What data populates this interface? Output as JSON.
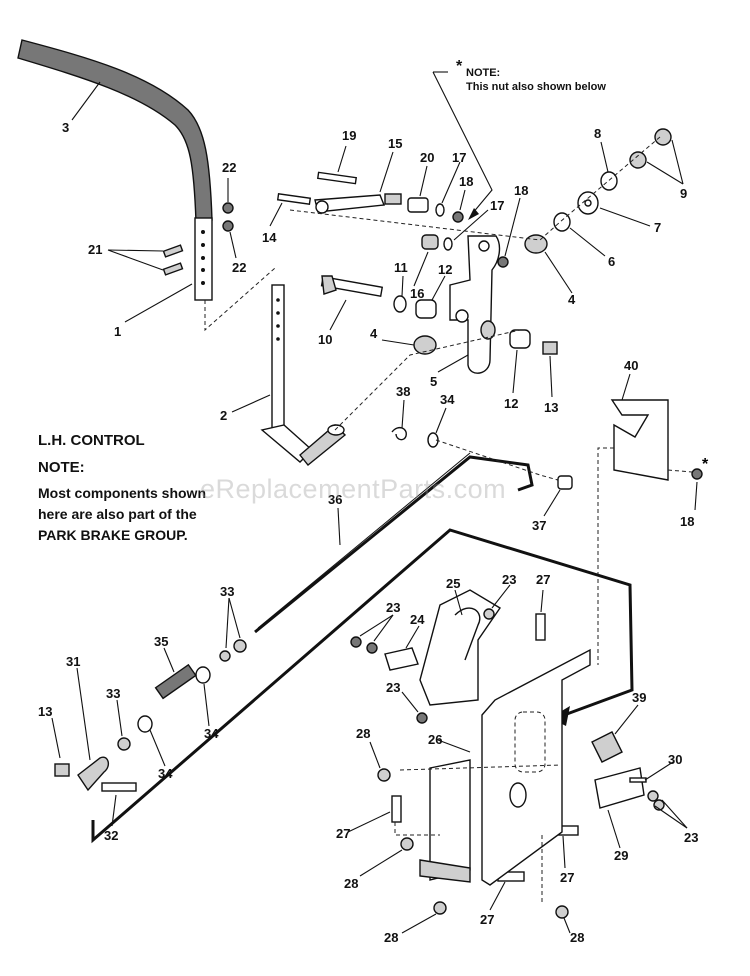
{
  "notes": {
    "lh_control": "L.H. CONTROL",
    "note_heading": "NOTE:",
    "note_lines": [
      "Most components shown",
      "here are also part  of the",
      "PARK BRAKE GROUP."
    ],
    "top_note_star": "*",
    "top_note_heading": "NOTE:",
    "top_note_text": "This nut also shown below",
    "right_star": "*"
  },
  "watermark": "eReplacementParts.com",
  "callouts": [
    {
      "id": "c-3",
      "label": "3"
    },
    {
      "id": "c-1",
      "label": "1"
    },
    {
      "id": "c-21",
      "label": "21"
    },
    {
      "id": "c-22a",
      "label": "22"
    },
    {
      "id": "c-22b",
      "label": "22"
    },
    {
      "id": "c-19",
      "label": "19"
    },
    {
      "id": "c-15",
      "label": "15"
    },
    {
      "id": "c-20",
      "label": "20"
    },
    {
      "id": "c-17a",
      "label": "17"
    },
    {
      "id": "c-18a",
      "label": "18"
    },
    {
      "id": "c-14",
      "label": "14"
    },
    {
      "id": "c-17b",
      "label": "17"
    },
    {
      "id": "c-18b",
      "label": "18"
    },
    {
      "id": "c-8",
      "label": "8"
    },
    {
      "id": "c-9",
      "label": "9"
    },
    {
      "id": "c-7",
      "label": "7"
    },
    {
      "id": "c-6",
      "label": "6"
    },
    {
      "id": "c-4a",
      "label": "4"
    },
    {
      "id": "c-11",
      "label": "11"
    },
    {
      "id": "c-16",
      "label": "16"
    },
    {
      "id": "c-12a",
      "label": "12"
    },
    {
      "id": "c-10",
      "label": "10"
    },
    {
      "id": "c-4b",
      "label": "4"
    },
    {
      "id": "c-5",
      "label": "5"
    },
    {
      "id": "c-12b",
      "label": "12"
    },
    {
      "id": "c-13a",
      "label": "13"
    },
    {
      "id": "c-2",
      "label": "2"
    },
    {
      "id": "c-38",
      "label": "38"
    },
    {
      "id": "c-34a",
      "label": "34"
    },
    {
      "id": "c-40",
      "label": "40"
    },
    {
      "id": "c-18c",
      "label": "18"
    },
    {
      "id": "c-36",
      "label": "36"
    },
    {
      "id": "c-37",
      "label": "37"
    },
    {
      "id": "c-25",
      "label": "25"
    },
    {
      "id": "c-23a",
      "label": "23"
    },
    {
      "id": "c-27a",
      "label": "27"
    },
    {
      "id": "c-33a",
      "label": "33"
    },
    {
      "id": "c-23b",
      "label": "23"
    },
    {
      "id": "c-24",
      "label": "24"
    },
    {
      "id": "c-35",
      "label": "35"
    },
    {
      "id": "c-31",
      "label": "31"
    },
    {
      "id": "c-33b",
      "label": "33"
    },
    {
      "id": "c-34b",
      "label": "34"
    },
    {
      "id": "c-34c",
      "label": "34"
    },
    {
      "id": "c-23c",
      "label": "23"
    },
    {
      "id": "c-13b",
      "label": "13"
    },
    {
      "id": "c-39",
      "label": "39"
    },
    {
      "id": "c-26",
      "label": "26"
    },
    {
      "id": "c-28a",
      "label": "28"
    },
    {
      "id": "c-30",
      "label": "30"
    },
    {
      "id": "c-32",
      "label": "32"
    },
    {
      "id": "c-27b",
      "label": "27"
    },
    {
      "id": "c-23d",
      "label": "23"
    },
    {
      "id": "c-29",
      "label": "29"
    },
    {
      "id": "c-27c",
      "label": "27"
    },
    {
      "id": "c-28b",
      "label": "28"
    },
    {
      "id": "c-27d",
      "label": "27"
    },
    {
      "id": "c-28c",
      "label": "28"
    },
    {
      "id": "c-28d",
      "label": "28"
    }
  ]
}
